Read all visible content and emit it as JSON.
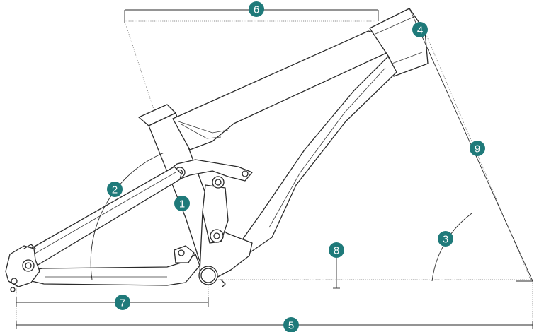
{
  "diagram": {
    "markers": [
      {
        "id": "m1",
        "label": "1"
      },
      {
        "id": "m2",
        "label": "2"
      },
      {
        "id": "m3",
        "label": "3"
      },
      {
        "id": "m4",
        "label": "4"
      },
      {
        "id": "m5",
        "label": "5"
      },
      {
        "id": "m6",
        "label": "6"
      },
      {
        "id": "m7",
        "label": "7"
      },
      {
        "id": "m8",
        "label": "8"
      },
      {
        "id": "m9",
        "label": "9"
      }
    ],
    "colors": {
      "badge": "#1f7a7a",
      "line": "#2a2a2a",
      "background": "#ffffff"
    }
  }
}
